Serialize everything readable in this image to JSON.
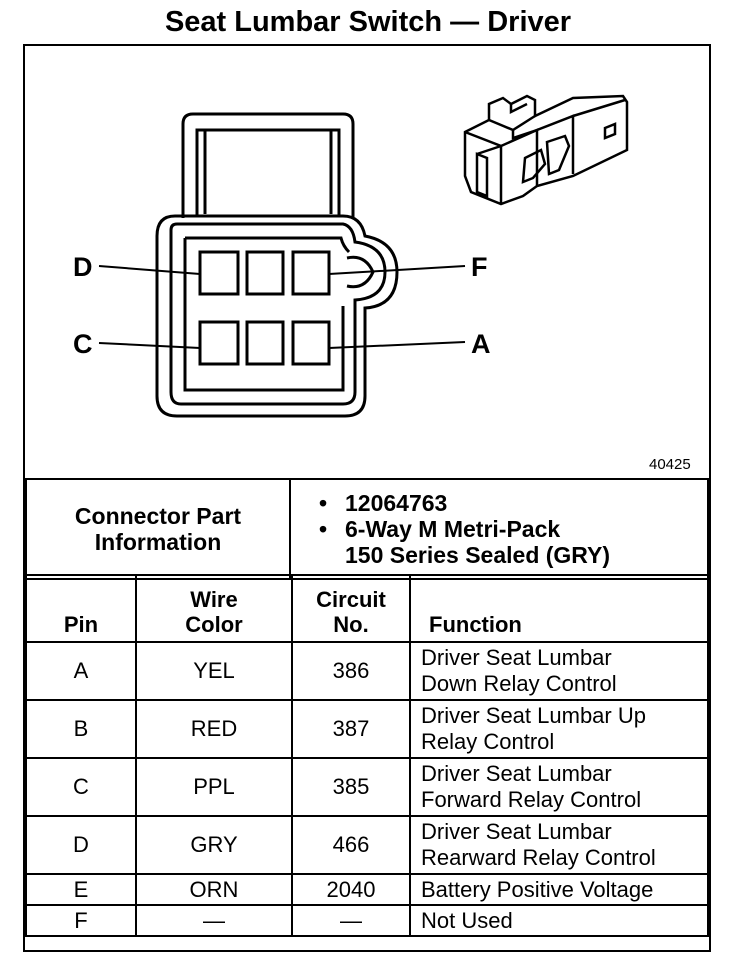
{
  "title": "Seat Lumbar Switch — Driver",
  "figure_number": "40425",
  "pin_labels": {
    "d": "D",
    "c": "C",
    "f": "F",
    "a": "A"
  },
  "connector_info": {
    "label_line1": "Connector Part",
    "label_line2": "Information",
    "items": [
      {
        "line1": "12064763",
        "line2": ""
      },
      {
        "line1": "6-Way M Metri-Pack",
        "line2": "150 Series Sealed (GRY)"
      }
    ]
  },
  "headers": {
    "pin": "Pin",
    "wire_line1": "Wire",
    "wire_line2": "Color",
    "circuit_line1": "Circuit",
    "circuit_line2": "No.",
    "function": "Function"
  },
  "rows": [
    {
      "pin": "A",
      "color": "YEL",
      "circuit": "386",
      "func1": "Driver Seat Lumbar",
      "func2": "Down Relay Control"
    },
    {
      "pin": "B",
      "color": "RED",
      "circuit": "387",
      "func1": "Driver Seat Lumbar Up",
      "func2": "Relay Control"
    },
    {
      "pin": "C",
      "color": "PPL",
      "circuit": "385",
      "func1": "Driver Seat Lumbar",
      "func2": "Forward Relay Control"
    },
    {
      "pin": "D",
      "color": "GRY",
      "circuit": "466",
      "func1": "Driver Seat Lumbar",
      "func2": "Rearward Relay Control"
    },
    {
      "pin": "E",
      "color": "ORN",
      "circuit": "2040",
      "func1": "Battery Positive Voltage",
      "func2": ""
    },
    {
      "pin": "F",
      "color": "—",
      "circuit": "—",
      "func1": "Not Used",
      "func2": ""
    }
  ]
}
